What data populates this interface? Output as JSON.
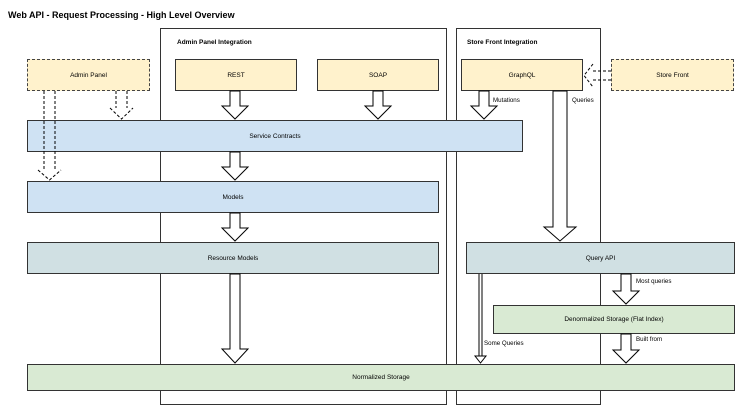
{
  "title": "Web API - Request Processing - High Level Overview",
  "groups": {
    "admin": "Admin Panel Integration",
    "store": "Store Front Integration"
  },
  "nodes": {
    "admin_panel": "Admin Panel",
    "rest": "REST",
    "soap": "SOAP",
    "graphql": "GraphQL",
    "store_front": "Store Front",
    "service_contracts": "Service Contracts",
    "models": "Models",
    "resource_models": "Resource Models",
    "query_api": "Query API",
    "denormalized_storage": "Denormalized Storage (Flat Index)",
    "normalized_storage": "Normalized Storage"
  },
  "edges": {
    "mutations": "Mutations",
    "queries": "Queries",
    "most_queries": "Most queries",
    "some_queries": "Some Queries",
    "built_from": "Built from"
  },
  "colors": {
    "yellow": "#fff2cc",
    "blue": "#cfe2f3",
    "teal": "#d0e0e3",
    "green": "#d9ead3"
  }
}
